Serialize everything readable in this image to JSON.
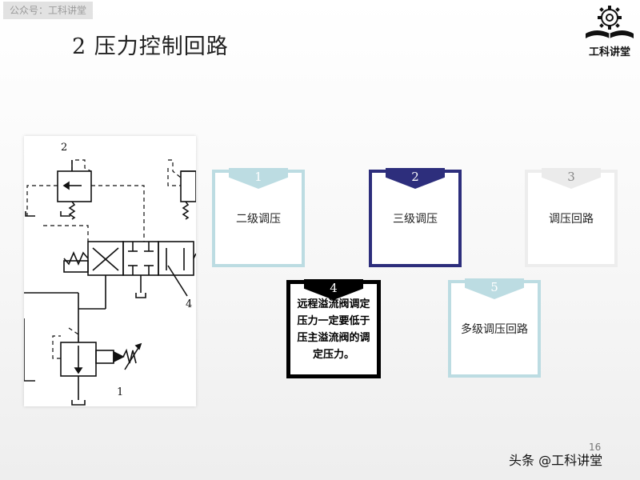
{
  "source_tag": "公众号：工科讲堂",
  "title": "2  压力控制回路",
  "logo": {
    "text": "工科讲堂"
  },
  "schematic": {
    "labels": [
      "2",
      "4",
      "1"
    ]
  },
  "cards": [
    {
      "num": "1",
      "label": "二级调压"
    },
    {
      "num": "2",
      "label": "三级调压"
    },
    {
      "num": "3",
      "label": "调压回路"
    },
    {
      "num": "4",
      "label": "远程溢流阀调定压力一定要低于压主溢流阀的调定压力。"
    },
    {
      "num": "5",
      "label": "多级调压回路"
    }
  ],
  "page_number": "16",
  "watermark": "头条 @工科讲堂",
  "colors": {
    "card_light": "#bcdce2",
    "card_dark": "#2d2e7c",
    "card_faded": "#ededed",
    "card_black": "#000000"
  }
}
